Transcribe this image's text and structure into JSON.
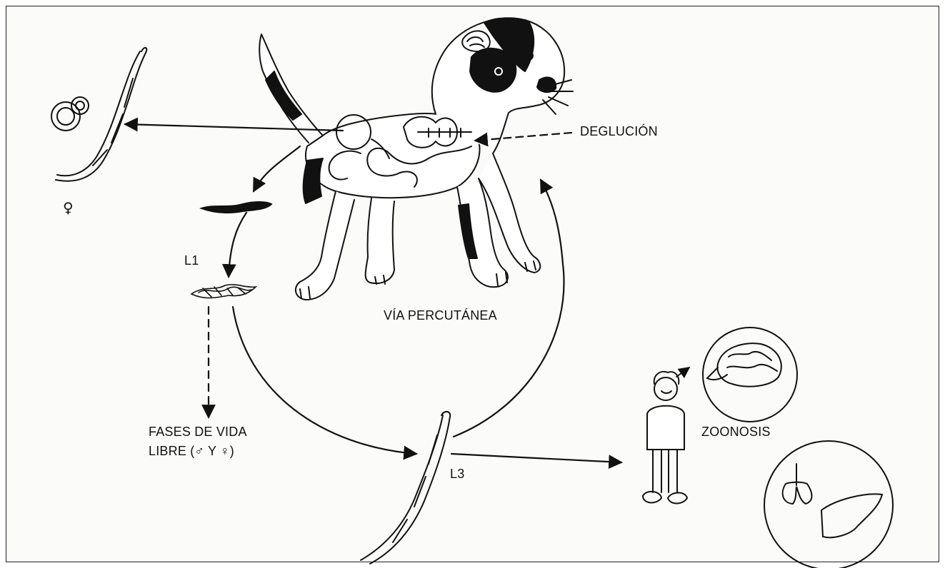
{
  "labels": {
    "deglucion": "DEGLUCIÓN",
    "via_percutanea": "VÍA PERCUTÁNEA",
    "l1": "L1",
    "l3": "L3",
    "fases_line1": "FASES DE VIDA",
    "fases_line2": "LIBRE (♂ Y ♀)",
    "zoonosis": "ZOONOSIS",
    "female_symbol": "♀"
  },
  "figures": [
    "dog-with-intestine",
    "adult-female-worm-with-eggs",
    "first-stage-larva",
    "larva-in-feces",
    "third-stage-larva",
    "human-figure",
    "brain-inset",
    "lung-liver-inset"
  ]
}
